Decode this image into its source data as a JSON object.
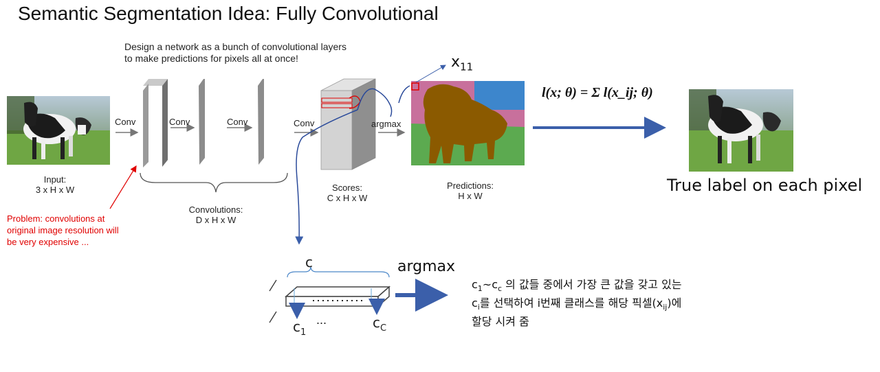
{
  "title": "Semantic Segmentation Idea: Fully Convolutional",
  "design_note": [
    "Design a network as a bunch of convolutional layers",
    "to  make predictions for pixels all at once!"
  ],
  "input_label": [
    "Input:",
    "3 x H x W"
  ],
  "conv_labels": [
    "Conv",
    "Conv",
    "Conv",
    "Conv"
  ],
  "convolutions_label": [
    "Convolutions:",
    "D x H x W"
  ],
  "scores_label": [
    "Scores:",
    "C x H x W"
  ],
  "argmax_small": "argmax",
  "predictions_label": [
    "Predictions:",
    "H x W"
  ],
  "x11_label": "x",
  "x11_sub": "11",
  "formula": "l(x; θ) = Σ l(x_ij; θ)",
  "true_label": "True label on each pixel",
  "problem_text": [
    "Problem: convolutions at",
    "original image resolution will",
    "be very expensive ..."
  ],
  "bottom": {
    "c_label": "c",
    "c1_label": "c",
    "c1_sub": "1",
    "cc_label": "c",
    "cc_sub": "C",
    "dots": "...",
    "argmax_big": "argmax",
    "korean": {
      "line1_a": "c",
      "line1_sub1": "1",
      "line1_b": "~c",
      "line1_sub2": "c",
      "line1_c": " 의 값들 중에서 가장 큰 값을 갖고 있는",
      "line2_a": "c",
      "line2_sub": "i",
      "line2_b": "를 선택하여 i번째 클래스를 해당 픽셀(x",
      "line2_sub2": "ij",
      "line2_c": ")에",
      "line3": "할당 시켜 줌"
    }
  },
  "colors": {
    "problem_red": "#e00000",
    "arrow_blue": "#3b5faa",
    "cow_brown": "#8b5a00",
    "grass_green": "#5caa50",
    "sky_blue": "#3d86cc",
    "tree_pink": "#c8709c",
    "layer_gray": "#8c8c8c"
  }
}
